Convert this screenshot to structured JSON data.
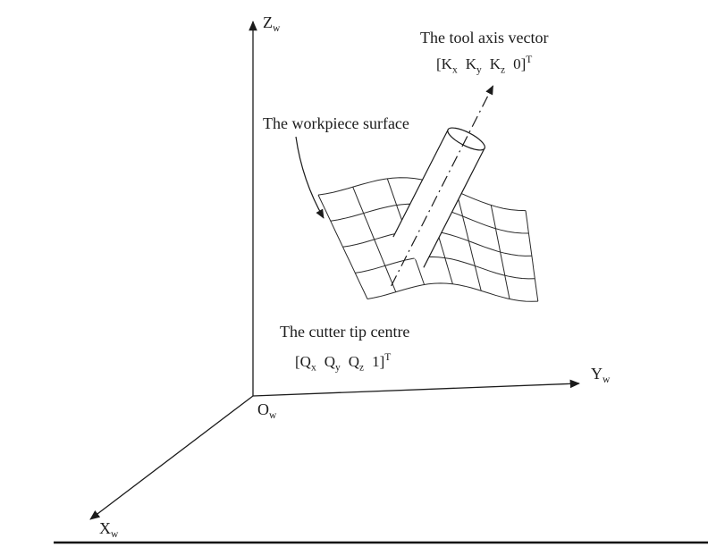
{
  "colors": {
    "ink": "#1b1b1b",
    "background": "#ffffff"
  },
  "axes": {
    "z": {
      "main": "Z",
      "sub": "w"
    },
    "y": {
      "main": "Y",
      "sub": "w"
    },
    "x": {
      "main": "X",
      "sub": "w"
    },
    "origin": {
      "main": "O",
      "sub": "w"
    }
  },
  "annotations": {
    "tool_axis": {
      "title": "The tool axis vector",
      "formula": {
        "open": "[K",
        "sub1": "x",
        "k2": "K",
        "sub2": "y",
        "k3": "K",
        "sub3": "z",
        "close": "0]",
        "sup": "T"
      }
    },
    "workpiece": {
      "label": "The workpiece surface"
    },
    "cutter_tip": {
      "title": "The cutter tip centre",
      "formula": {
        "open": "[Q",
        "sub1": "x",
        "q2": "Q",
        "sub2": "y",
        "q3": "Q",
        "sub3": "z",
        "close": "1]",
        "sup": "T"
      }
    }
  }
}
